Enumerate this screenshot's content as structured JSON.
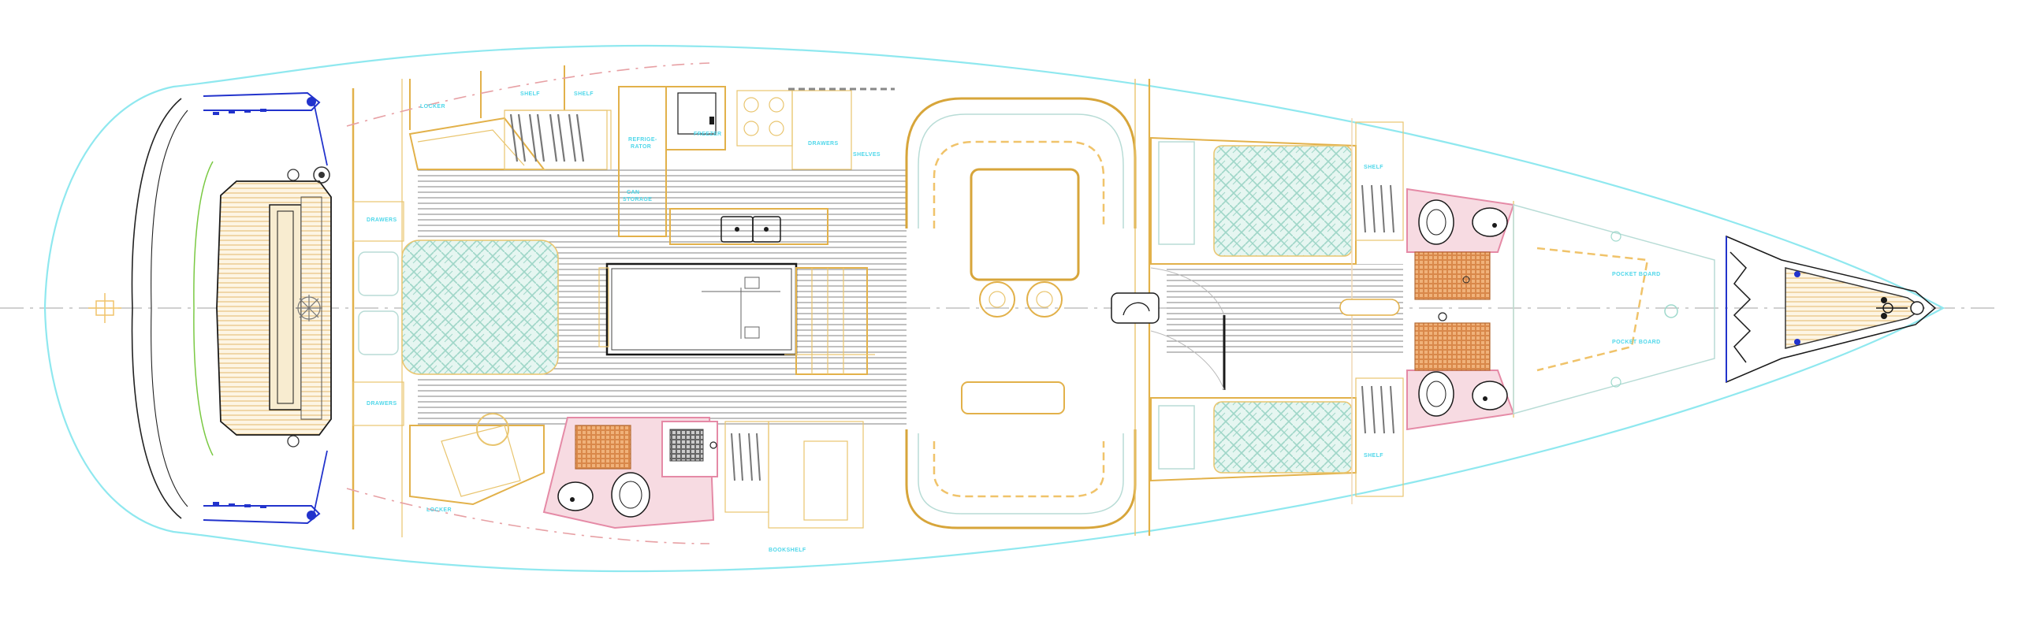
{
  "labels": {
    "locker_upper": "LOCKER",
    "shelf_1": "SHELF",
    "shelf_2": "SHELF",
    "refrigerator": "REFRIGE-\nRATOR",
    "freezer": "FREEZER",
    "drawers_galley": "DRAWERS",
    "shelves_galley": "SHELVES",
    "can_storage": "CAN\nSTORAGE",
    "drawers_port_upper": "DRAWERS",
    "drawers_port_lower": "DRAWERS",
    "locker_lower": "LOCKER",
    "bookshelf": "BOOKSHELF",
    "shelf_fwd_upper": "SHELF",
    "shelf_fwd_lower": "SHELF",
    "pocket_board_upper": "POCKET BOARD",
    "pocket_board_lower": "POCKET BOARD"
  },
  "colors": {
    "hull": "#8fe8ef",
    "joinery": "#e2b14a",
    "label": "#4fd7ea",
    "heads": "#e58aa6",
    "deck_fittings": "#2233cc"
  },
  "icons": [
    "compass-rose-icon",
    "helm-wheel-icon",
    "winch-icon",
    "toilet-icon",
    "sink-icon",
    "stove-icon",
    "anchor-icon"
  ]
}
